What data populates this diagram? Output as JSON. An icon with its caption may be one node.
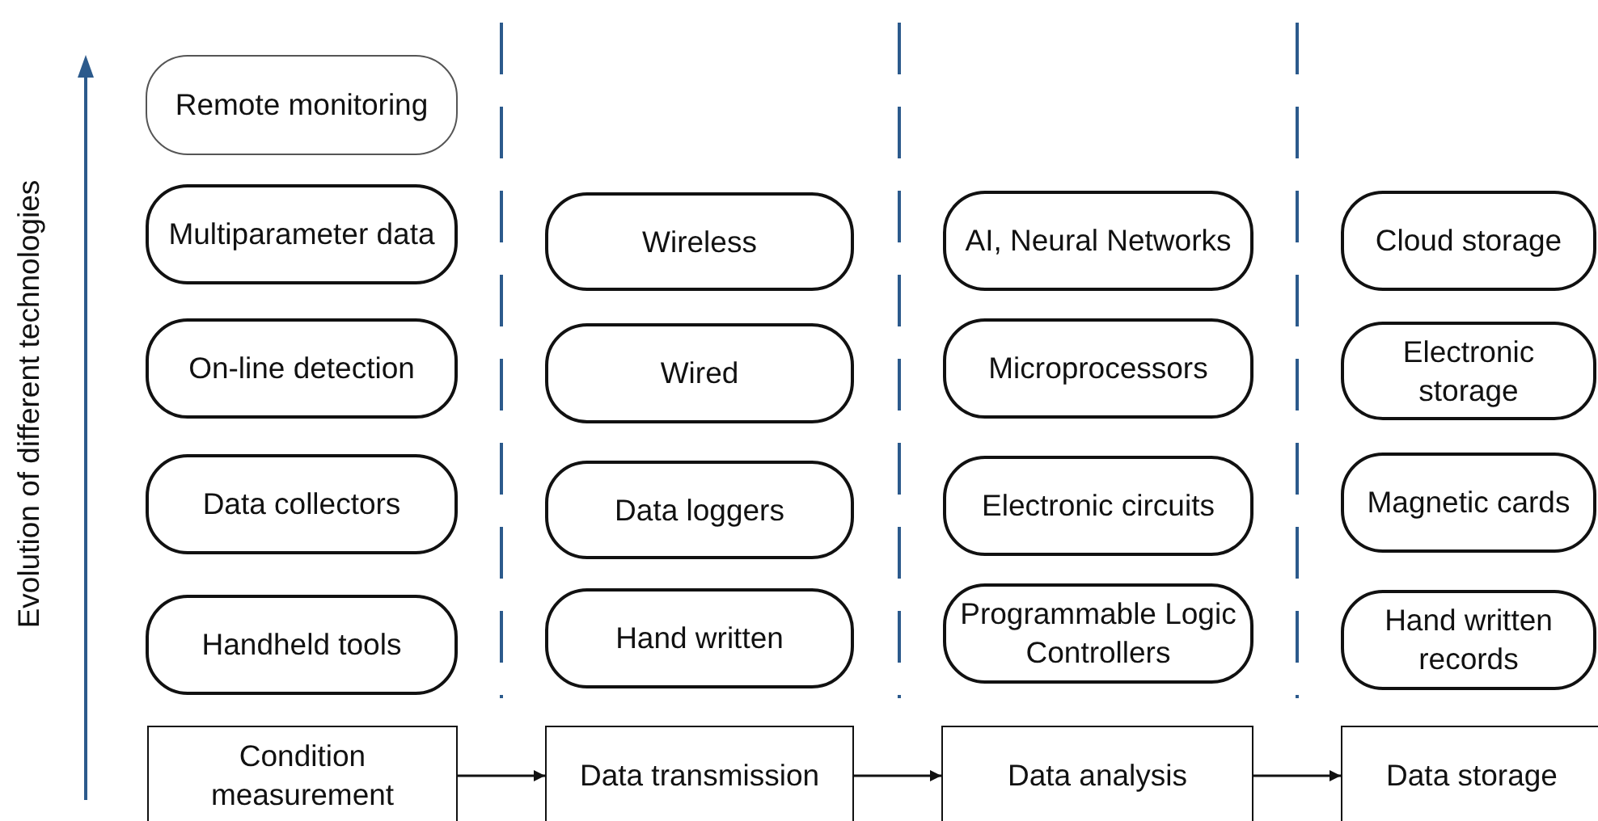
{
  "diagram": {
    "nodes": [
      {
        "text": [
          "Condition measurement"
        ]
      },
      {
        "text": [
          "Data transmission"
        ]
      },
      {
        "text": [
          "Data analysis"
        ]
      },
      {
        "text": [
          "Data storage"
        ]
      },
      {
        "text": [
          "Remote monitoring"
        ]
      },
      {
        "text": [
          "Multiparameter data"
        ]
      },
      {
        "text": [
          "On-line detection"
        ]
      },
      {
        "text": [
          "Data collectors"
        ]
      },
      {
        "text": [
          "Handheld tools"
        ]
      },
      {
        "text": [
          "Wireless"
        ]
      },
      {
        "text": [
          "Wired"
        ]
      },
      {
        "text": [
          "Data loggers"
        ]
      },
      {
        "text": [
          "Hand written"
        ]
      },
      {
        "text": [
          "AI, Neural Networks"
        ]
      },
      {
        "text": [
          "Microprocessors"
        ]
      },
      {
        "text": [
          "Electronic circuits"
        ]
      },
      {
        "text": [
          "Programmable Logic Controllers"
        ]
      },
      {
        "text": [
          "Cloud storage"
        ]
      },
      {
        "text": [
          "Electronic storage"
        ]
      },
      {
        "text": [
          "Magnetic cards"
        ]
      },
      {
        "text": [
          "Hand written records"
        ]
      }
    ],
    "edges": [
      {
        "from": 0,
        "to": 1,
        "arrow": "to"
      },
      {
        "from": 1,
        "to": 2,
        "arrow": "to"
      },
      {
        "from": 2,
        "to": 3,
        "arrow": "to"
      }
    ],
    "labels": [
      "Evolution of different technologies"
    ]
  }
}
